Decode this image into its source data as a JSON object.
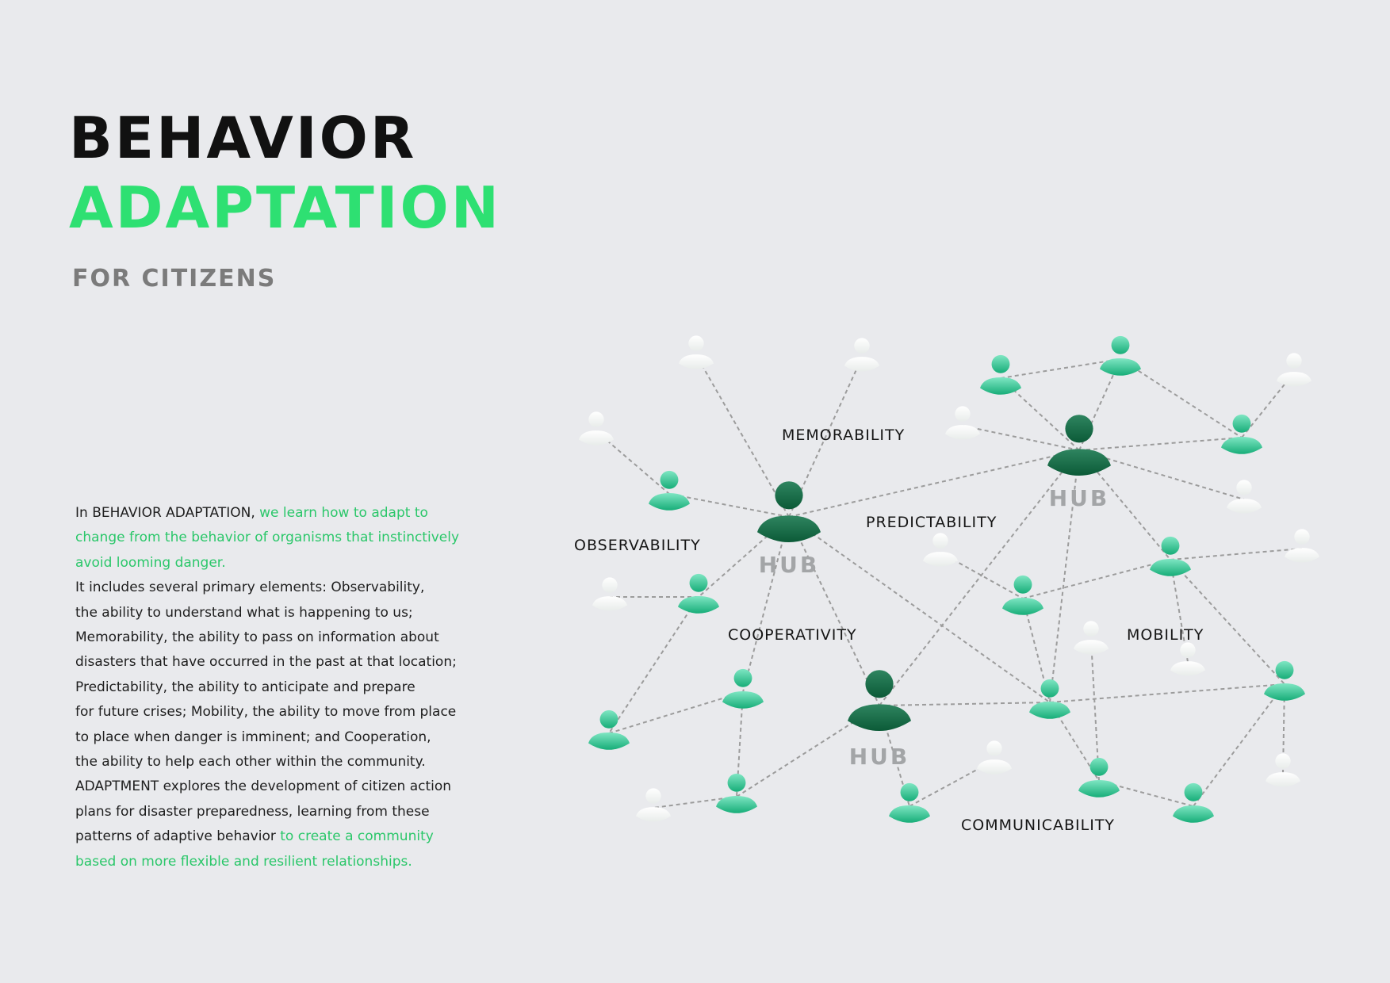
{
  "title": {
    "line1": "BEHAVIOR",
    "line2": "ADAPTATION",
    "subtitle": "FOR CITIZENS"
  },
  "colors": {
    "accent": "#2ee072",
    "text_highlight": "#2bc76a",
    "hub": "#0f6540",
    "member": "#23c38f",
    "peripheral": "#f7f8f7",
    "connector": "#9c9c9c",
    "background": "#e9eaed"
  },
  "body": {
    "lines": [
      [
        {
          "t": "In BEHAVIOR ADAPTATION, "
        },
        {
          "t": "we learn how to adapt to",
          "hl": true
        }
      ],
      [
        {
          "t": "change from the behavior of organisms that instinctively",
          "hl": true
        }
      ],
      [
        {
          "t": "avoid looming danger.",
          "hl": true
        }
      ],
      [
        {
          "t": "It includes several primary elements: Observability,"
        }
      ],
      [
        {
          "t": "the ability to understand what is happening to us;"
        }
      ],
      [
        {
          "t": "Memorability, the ability to pass on information about"
        }
      ],
      [
        {
          "t": "disasters that have occurred in the past at that location;"
        }
      ],
      [
        {
          "t": "Predictability, the ability to anticipate and prepare"
        }
      ],
      [
        {
          "t": "for future crises; Mobility, the ability to move from place"
        }
      ],
      [
        {
          "t": "to place when danger is imminent; and Cooperation,"
        }
      ],
      [
        {
          "t": "the ability to help each other within the community."
        }
      ],
      [
        {
          "t": "ADAPTMENT explores the development of citizen action"
        }
      ],
      [
        {
          "t": "plans for disaster preparedness, learning from these"
        }
      ],
      [
        {
          "t": "patterns of adaptive behavior "
        },
        {
          "t": "to create a community",
          "hl": true
        }
      ],
      [
        {
          "t": "based on more flexible and resilient relationships.",
          "hl": true
        }
      ]
    ]
  },
  "network": {
    "hub_label": "HUB",
    "labels": [
      "MEMORABILITY",
      "PREDICTABILITY",
      "OBSERVABILITY",
      "COOPERATIVITY",
      "MOBILITY",
      "COMMUNICABILITY"
    ],
    "icon": "person-icon"
  }
}
